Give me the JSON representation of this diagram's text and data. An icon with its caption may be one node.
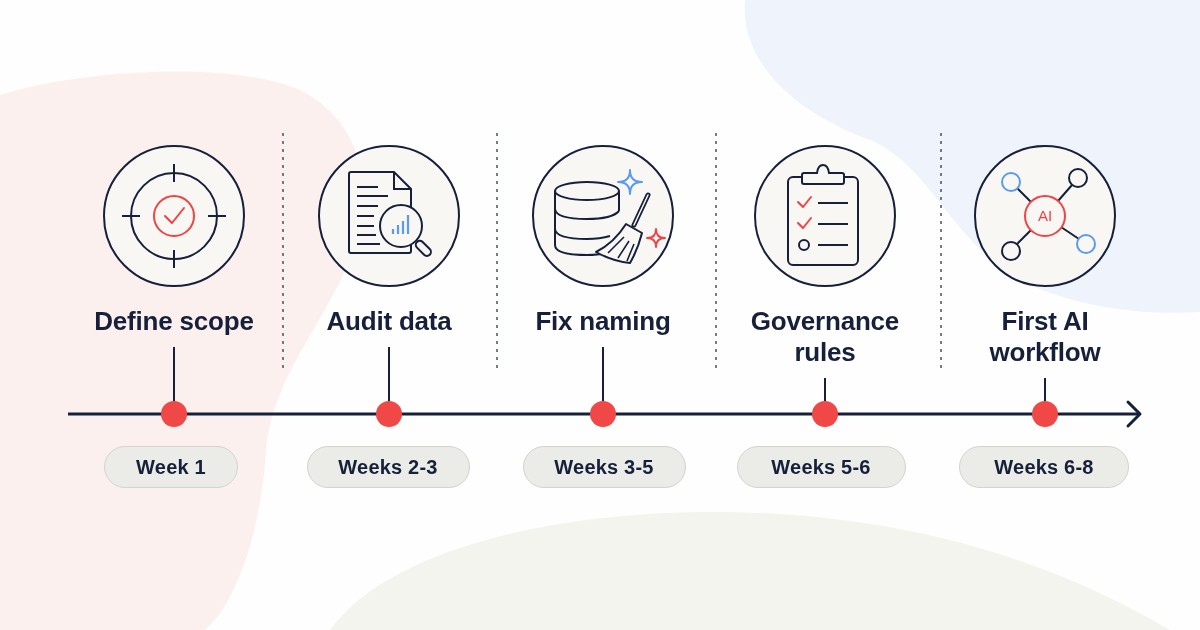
{
  "diagram": {
    "nodes": [
      {
        "text": [
          "Define scope"
        ]
      },
      {
        "text": [
          "Audit data"
        ]
      },
      {
        "text": [
          "Fix naming"
        ]
      },
      {
        "text": [
          "Governance rules"
        ]
      },
      {
        "text": [
          "First AI workflow"
        ]
      },
      {
        "text": [],
        "shape": "circle"
      },
      {
        "text": [],
        "shape": "circle"
      },
      {
        "text": [],
        "shape": "circle"
      },
      {
        "text": [],
        "shape": "circle"
      },
      {
        "text": [],
        "shape": "circle"
      },
      {
        "text": [
          "Week 1"
        ]
      },
      {
        "text": [
          "Weeks 2-3"
        ]
      },
      {
        "text": [
          "Weeks 3-5"
        ]
      },
      {
        "text": [
          "Weeks 5-6"
        ]
      },
      {
        "text": [
          "Weeks 6-8"
        ]
      }
    ],
    "edges": [
      {
        "from": 0,
        "to": 5,
        "arrow": "none"
      },
      {
        "from": 1,
        "to": 6,
        "arrow": "none"
      },
      {
        "from": 2,
        "to": 7,
        "arrow": "none"
      },
      {
        "from": 3,
        "to": 8,
        "arrow": "none"
      },
      {
        "from": 4,
        "to": 9,
        "arrow": "none"
      }
    ],
    "labels": [
      "AI"
    ]
  }
}
